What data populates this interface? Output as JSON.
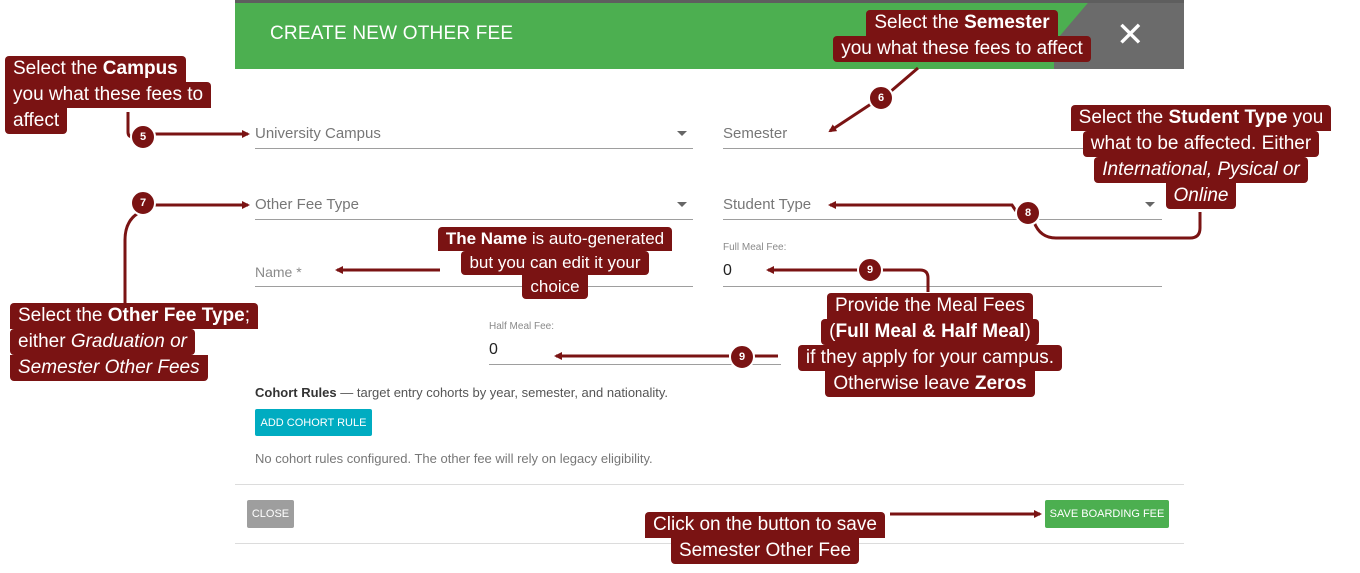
{
  "dialog": {
    "title": "CREATE NEW OTHER FEE",
    "close_icon": "close-icon"
  },
  "form": {
    "campus_placeholder": "University Campus",
    "semester_placeholder": "Semester",
    "fee_type_placeholder": "Other Fee Type",
    "student_type_placeholder": "Student Type",
    "name_placeholder": "Name *",
    "full_meal_label": "Full Meal Fee:",
    "full_meal_value": "0",
    "half_meal_label": "Half Meal Fee:",
    "half_meal_value": "0"
  },
  "cohort": {
    "title": "Cohort Rules",
    "description": " — target entry cohorts by year, semester, and nationality.",
    "add_button": "ADD COHORT RULE",
    "empty_note": "No cohort rules configured. The other fee will rely on legacy eligibility."
  },
  "footer": {
    "close_button": "CLOSE",
    "save_button": "SAVE BOARDING FEE"
  },
  "callouts": {
    "c5": {
      "pre": "Select the ",
      "bold": "Campus",
      "line2": "you what these fees to",
      "line3": "affect"
    },
    "c6": {
      "pre": "Select the ",
      "bold": "Semester",
      "line2": "you what these fees to affect"
    },
    "c7": {
      "pre": "Select the ",
      "bold": "Other Fee Type",
      "post": ";",
      "line2_pre": "either ",
      "line2_italic": "Graduation or",
      "line3_italic": "Semester Other Fees"
    },
    "c8": {
      "pre": "Select the ",
      "bold": "Student Type",
      "post": " you",
      "line2": "what to be affected. Either",
      "line3_italic": "International, Pysical or",
      "line4_italic": "Online"
    },
    "name_note": {
      "bold": "The Name",
      "post": " is auto-generated",
      "line2": "but you can edit it your",
      "line3": "choice"
    },
    "c9": {
      "line1": "Provide the Meal Fees",
      "line2_pre": "(",
      "line2_bold": "Full Meal & Half Meal",
      "line2_post": ")",
      "line3": "if they apply for your campus.",
      "line4_pre": "Otherwise leave ",
      "line4_bold": "Zeros"
    },
    "save_note": {
      "line1": "Click on the button to save",
      "line2": "Semester Other Fee"
    }
  },
  "badges": {
    "b5": "5",
    "b6": "6",
    "b7": "7",
    "b8": "8",
    "b9a": "9",
    "b9b": "9"
  },
  "colors": {
    "header_green": "#4caf50",
    "callout": "#7a1313",
    "cohort_button": "#00acc1"
  }
}
